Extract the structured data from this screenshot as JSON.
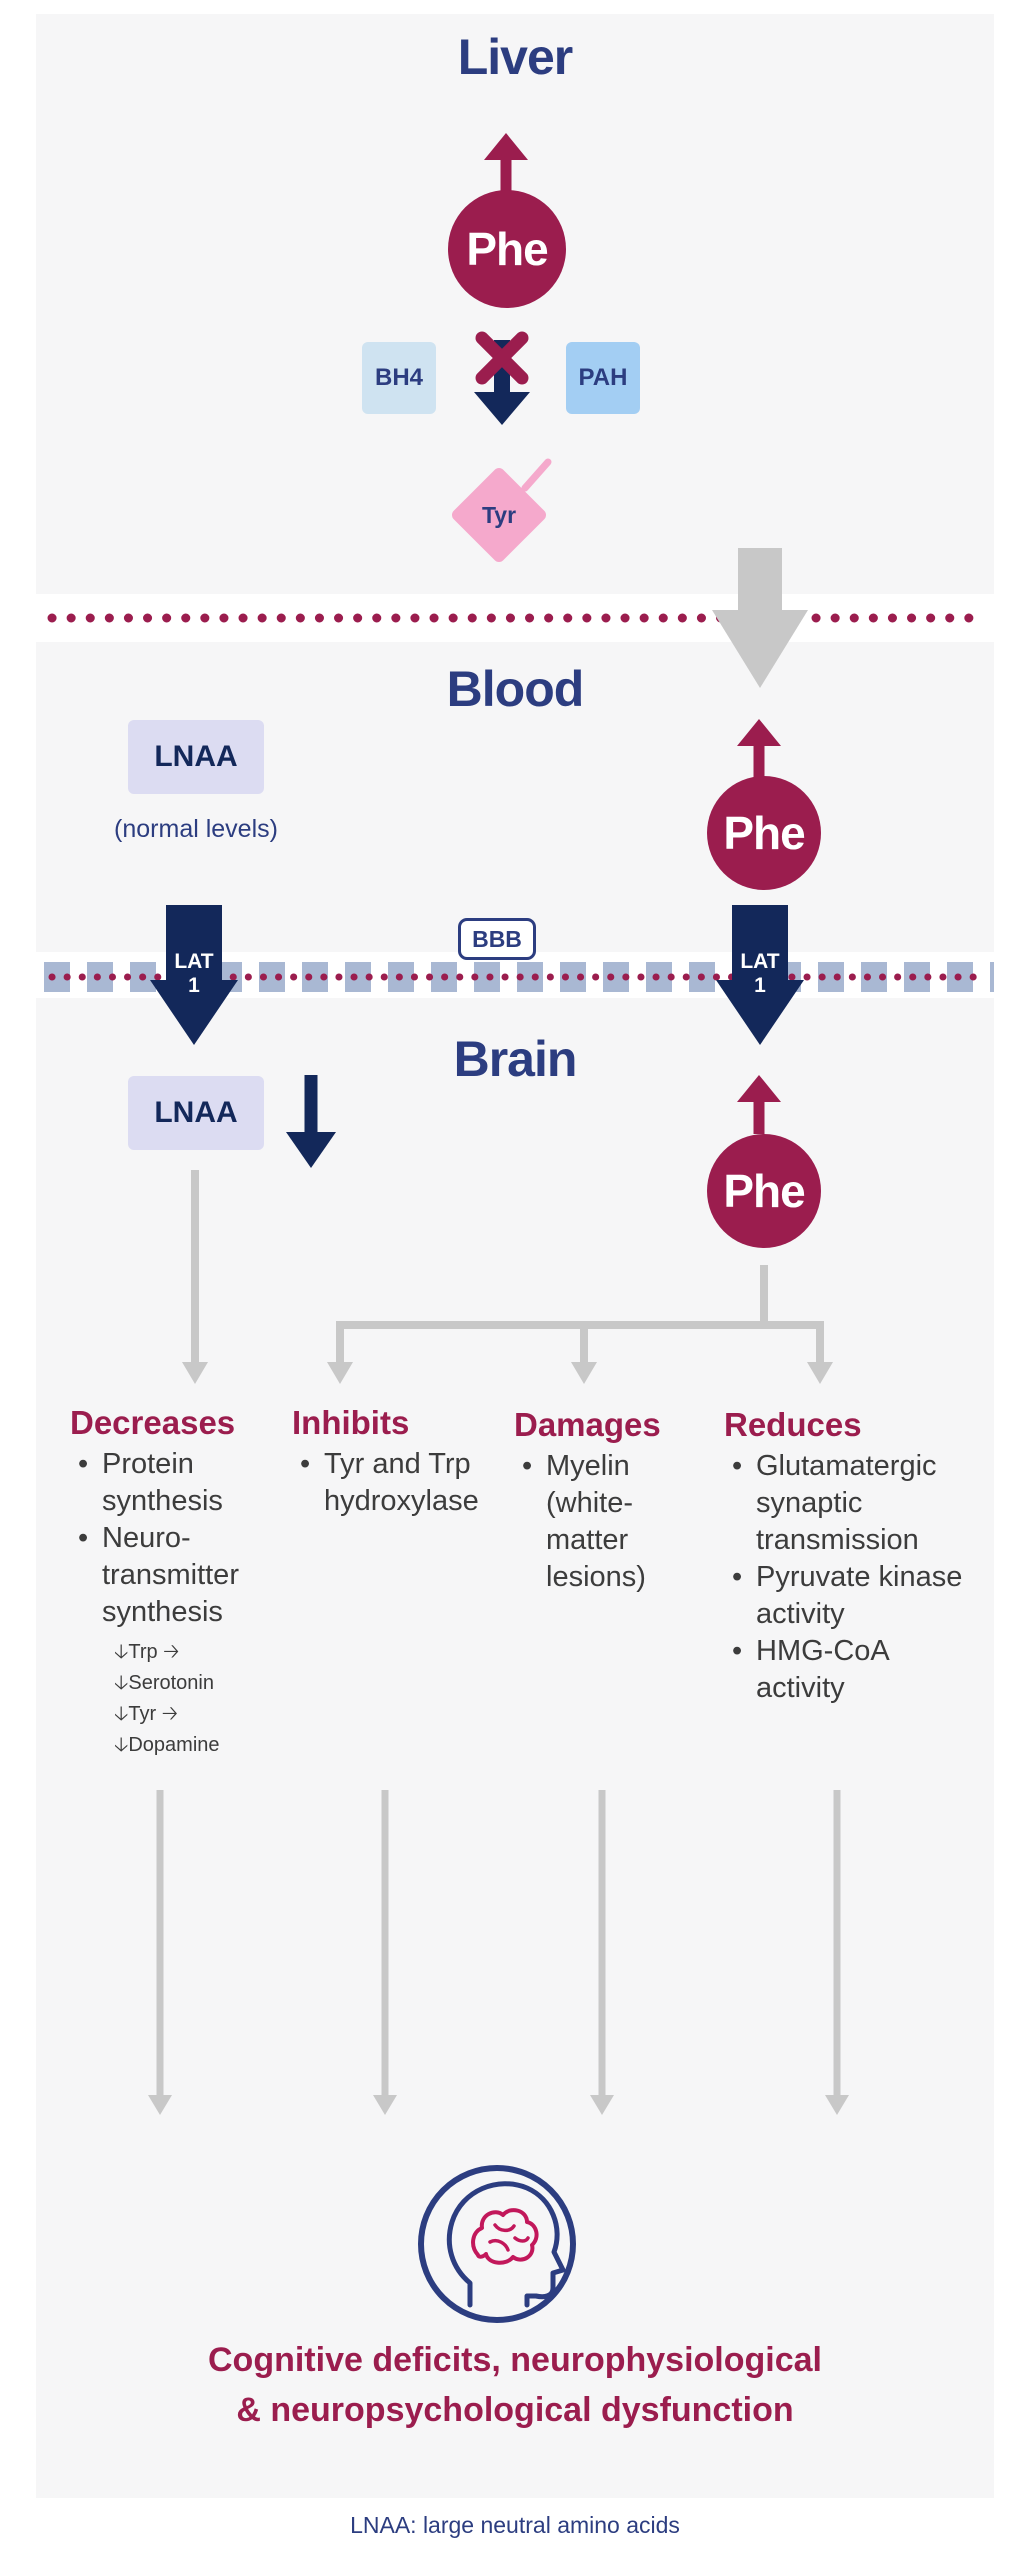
{
  "sections": {
    "liver": "Liver",
    "blood": "Blood",
    "brain": "Brain"
  },
  "liver": {
    "phe": "Phe",
    "cofactor": "BH4",
    "enzyme": "PAH",
    "tyr": "Tyr"
  },
  "blood": {
    "lnaa": "LNAA",
    "lnaa_note": "(normal levels)",
    "phe": "Phe",
    "bbb": "BBB",
    "transporter_left": "LAT\n1",
    "transporter_right": "LAT\n1"
  },
  "brain": {
    "lnaa": "LNAA",
    "phe": "Phe"
  },
  "effects": [
    {
      "heading": "Decreases",
      "items": [
        "Protein synthesis",
        "Neuro-transmitter synthesis"
      ],
      "sub_items": [
        "🡣Trp 🡢",
        "🡣Serotonin",
        "🡣Tyr 🡢",
        "🡣Dopamine"
      ]
    },
    {
      "heading": "Inhibits",
      "items": [
        "Tyr and Trp hydroxylase"
      ]
    },
    {
      "heading": "Damages",
      "items": [
        "Myelin (white-matter lesions)"
      ]
    },
    {
      "heading": "Reduces",
      "items": [
        "Glutamatergic synaptic transmission",
        "Pyruvate kinase activity",
        "HMG-CoA activity"
      ]
    }
  ],
  "outcome": {
    "line1": "Cognitive deficits, neurophysiological",
    "line2": "& neuropsychological dysfunction"
  },
  "footnote": "LNAA: large neutral amino acids",
  "colors": {
    "navy": "#13285a",
    "crimson": "#9b1d4e",
    "title_blue": "#2c3d80",
    "grey_arrow": "#c8c8c8",
    "bbb_blue": "#a9b8d3",
    "pink": "#f5a9cc",
    "lavender": "#dcdcf2"
  },
  "icons": [
    "up-arrow-icon",
    "down-arrow-icon",
    "cross-icon",
    "brain-head-icon"
  ]
}
